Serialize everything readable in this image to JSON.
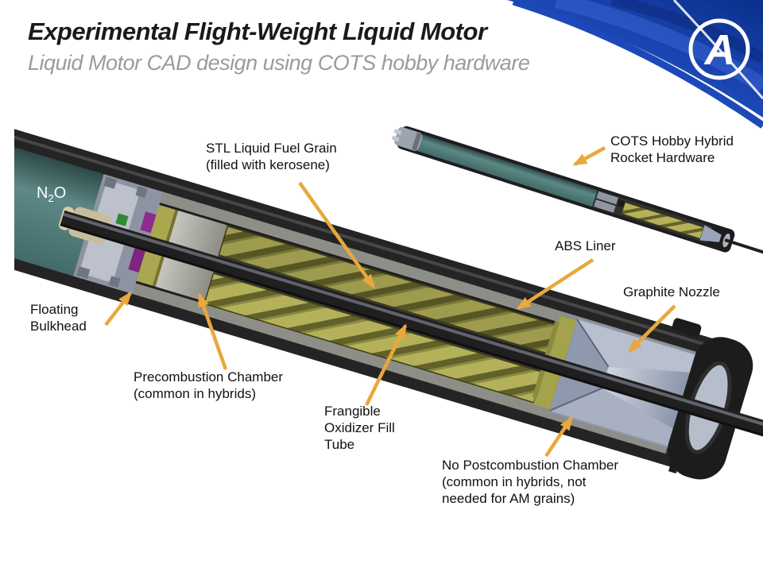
{
  "header": {
    "title": "Experimental Flight-Weight Liquid Motor",
    "subtitle": "Liquid Motor CAD design using COTS hobby hardware",
    "logo_letter": "A"
  },
  "diagram": {
    "n2o": {
      "base": "N",
      "sub": "2",
      "tail": "O"
    },
    "labels": {
      "stl_fuel_grain": {
        "line1": "STL Liquid Fuel Grain",
        "line2": "(filled with kerosene)"
      },
      "cots_hardware": {
        "line1": "COTS Hobby Hybrid",
        "line2": "Rocket Hardware"
      },
      "abs_liner": {
        "line1": "ABS Liner"
      },
      "graphite_nozzle": {
        "line1": "Graphite Nozzle"
      },
      "floating_bulkhead": {
        "line1": "Floating",
        "line2": "Bulkhead"
      },
      "precombustion": {
        "line1": "Precombustion Chamber",
        "line2": "(common in hybrids)"
      },
      "frangible_tube": {
        "line1": "Frangible",
        "line2": "Oxidizer Fill",
        "line3": "Tube"
      },
      "no_postcombustion": {
        "line1": "No Postcombustion Chamber",
        "line2": "(common in hybrids, not",
        "line3": "needed for AM grains)"
      }
    },
    "colors": {
      "arrow_yellow": "#E9A83C",
      "oxidizer_tank_teal": "#4E7977",
      "fuel_grain_olive": "#B5B25C",
      "nozzle_slate": "#94A0B6",
      "casing_dark": "#232323",
      "brand_blue": "#1D49B8"
    }
  }
}
